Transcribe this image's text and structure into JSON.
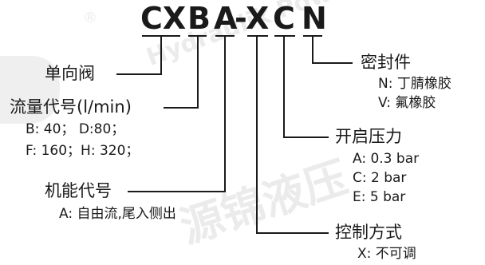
{
  "watermark": {
    "registered_mark": "®",
    "brand_en": "Hydraulik Power",
    "brand_cn": "源锦液压"
  },
  "model_code": {
    "seg1": "CX",
    "seg2": "B",
    "seg3": "A",
    "dash": "-",
    "seg4": "X",
    "seg5": "C",
    "seg6": "N"
  },
  "left_labels": {
    "valve": {
      "title": "单向阀"
    },
    "flow": {
      "title": "流量代号(l/min)",
      "line1": "B: 40；   D:80；",
      "line2": "F: 160；H: 320；"
    },
    "function": {
      "title": "机能代号",
      "line1": "A: 自由流,尾入侧出"
    }
  },
  "right_labels": {
    "seal": {
      "title": "密封件",
      "line1": "N: 丁腈橡胶",
      "line2": "V: 氟橡胶"
    },
    "pressure": {
      "title": "开启压力",
      "line1": "A: 0.3 bar",
      "line2": "C: 2 bar",
      "line3": "E: 5 bar"
    },
    "control": {
      "title": "控制方式",
      "line1": "X:  不可调"
    }
  },
  "colors": {
    "text": "#1a1a1a",
    "line": "#1a1a1a",
    "watermark": "#ebebeb"
  }
}
